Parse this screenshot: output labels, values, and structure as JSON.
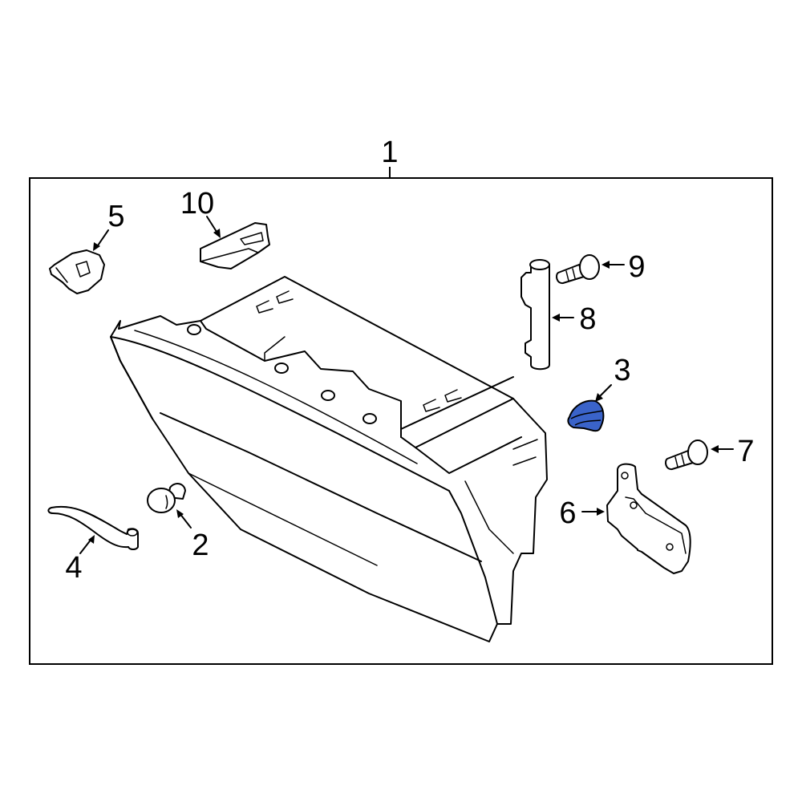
{
  "diagram": {
    "type": "exploded parts diagram",
    "frame_label": "1",
    "highlight_color": "#3a63c9",
    "highlighted_part": "3",
    "callouts": [
      {
        "id": "1",
        "label": "1",
        "part": "glove-box-assembly"
      },
      {
        "id": "2",
        "label": "2",
        "part": "bumper-stop"
      },
      {
        "id": "3",
        "label": "3",
        "part": "highlighted-clip"
      },
      {
        "id": "4",
        "label": "4",
        "part": "damper-arm"
      },
      {
        "id": "5",
        "label": "5",
        "part": "latch-striker"
      },
      {
        "id": "6",
        "label": "6",
        "part": "hinge-bracket"
      },
      {
        "id": "7",
        "label": "7",
        "part": "screw"
      },
      {
        "id": "8",
        "label": "8",
        "part": "hinge-pin"
      },
      {
        "id": "9",
        "label": "9",
        "part": "screw"
      },
      {
        "id": "10",
        "label": "10",
        "part": "stop-bracket"
      }
    ]
  }
}
